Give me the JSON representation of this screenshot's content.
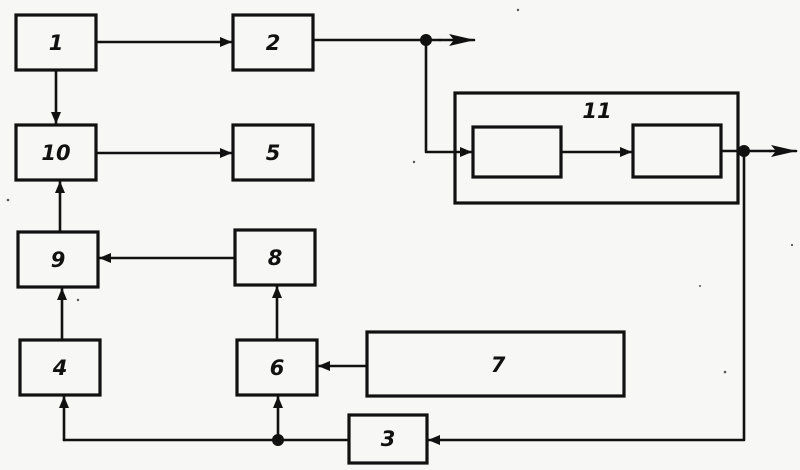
{
  "blocks": {
    "b1": "1",
    "b2": "2",
    "b3": "3",
    "b4": "4",
    "b5": "5",
    "b6": "6",
    "b7": "7",
    "b8": "8",
    "b9": "9",
    "b10": "10",
    "b11": "11"
  }
}
